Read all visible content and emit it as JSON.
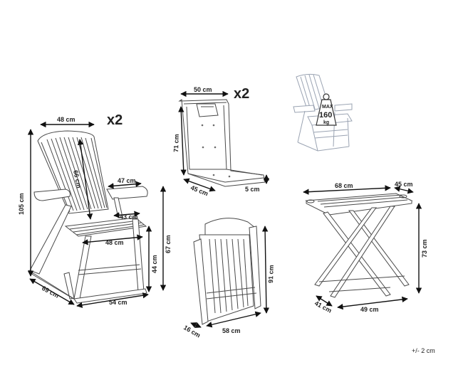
{
  "chair": {
    "multiplier": "x2",
    "dims": {
      "back_width": "48 cm",
      "back_height": "66 cm",
      "armrest": "47 cm",
      "arm_gap": "43 cm",
      "seat_width": "48 cm",
      "total_height": "105 cm",
      "arm_height": "67 cm",
      "seat_height": "44 cm",
      "depth": "69 cm",
      "width": "54 cm"
    }
  },
  "cushion": {
    "multiplier": "x2",
    "dims": {
      "width": "50 cm",
      "height": "71 cm",
      "depth": "45 cm",
      "thickness": "5 cm"
    }
  },
  "max_load": {
    "label": "MAX",
    "value": "160",
    "unit": "kg"
  },
  "table": {
    "dims": {
      "length": "68 cm",
      "width": "45 cm",
      "height": "73 cm",
      "depth": "41 cm",
      "base": "49 cm"
    }
  },
  "folded_chair": {
    "dims": {
      "height": "91 cm",
      "thickness": "16 cm",
      "width": "58 cm"
    }
  },
  "tolerance": "+/- 2 cm"
}
